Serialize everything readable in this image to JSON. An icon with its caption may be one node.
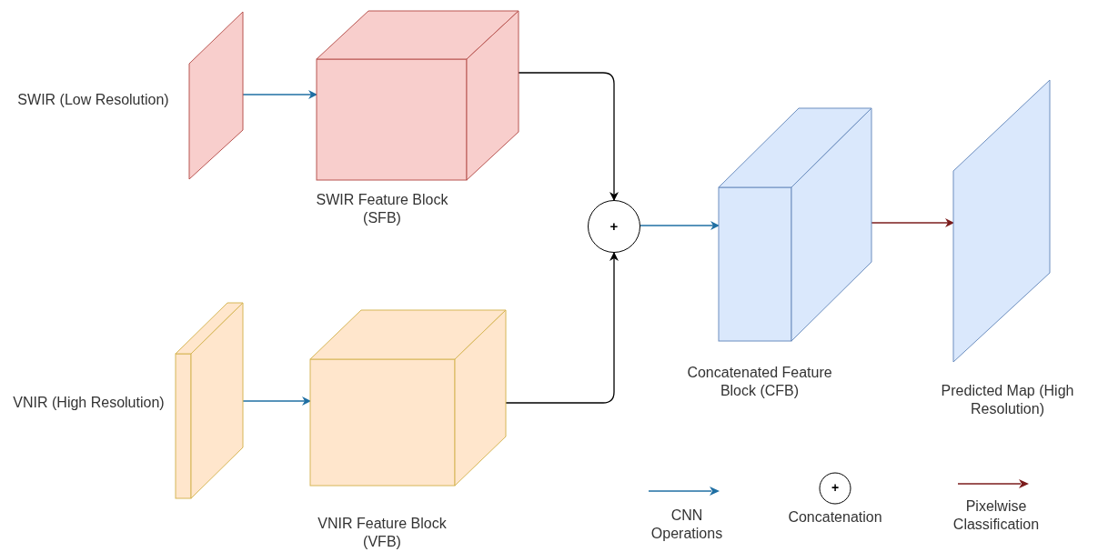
{
  "diagram": {
    "nodes": [
      {
        "text": [
          "SWIR (Low Resolution)"
        ]
      },
      {
        "text": [
          "SWIR Feature Block (SFB)"
        ]
      },
      {
        "text": [
          "VNIR (High Resolution)"
        ]
      },
      {
        "text": [
          "VNIR Feature Block (VFB)"
        ]
      },
      {
        "text": [
          "+"
        ]
      },
      {
        "text": [
          "Concatenated Feature Block (CFB)"
        ]
      },
      {
        "text": [
          "Predicted Map (High Resolution)"
        ]
      }
    ],
    "edges": [
      {
        "from": 0,
        "to": 1,
        "arrow": "to"
      },
      {
        "from": 2,
        "to": 3,
        "arrow": "to"
      },
      {
        "from": 1,
        "to": 4,
        "arrow": "to",
        "color": "#000000"
      },
      {
        "from": 3,
        "to": 4,
        "arrow": "to",
        "color": "#000000"
      },
      {
        "from": 4,
        "to": 5,
        "arrow": "to"
      },
      {
        "from": 5,
        "to": 6,
        "arrow": "to",
        "color": "#7b1c1c"
      }
    ],
    "labels": [
      "+"
    ],
    "legend": [
      {
        "text": "CNN Operations"
      },
      {
        "text": "Concatenation"
      },
      {
        "text": "Pixelwise Classification"
      }
    ]
  }
}
